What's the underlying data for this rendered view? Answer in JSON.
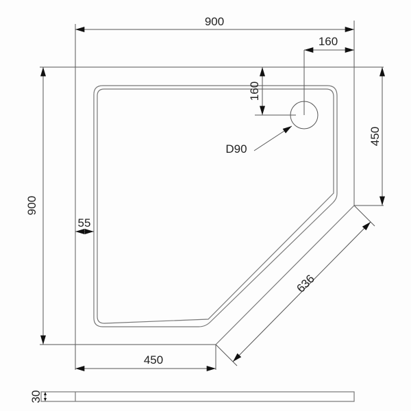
{
  "dimensions": {
    "top_width": "900",
    "drain_offset_x": "160",
    "drain_offset_y": "160",
    "right_side": "450",
    "drain_diameter": "D90",
    "left_height": "900",
    "rim_width": "55",
    "diagonal": "636",
    "bottom_side": "450",
    "tray_height": "30"
  }
}
